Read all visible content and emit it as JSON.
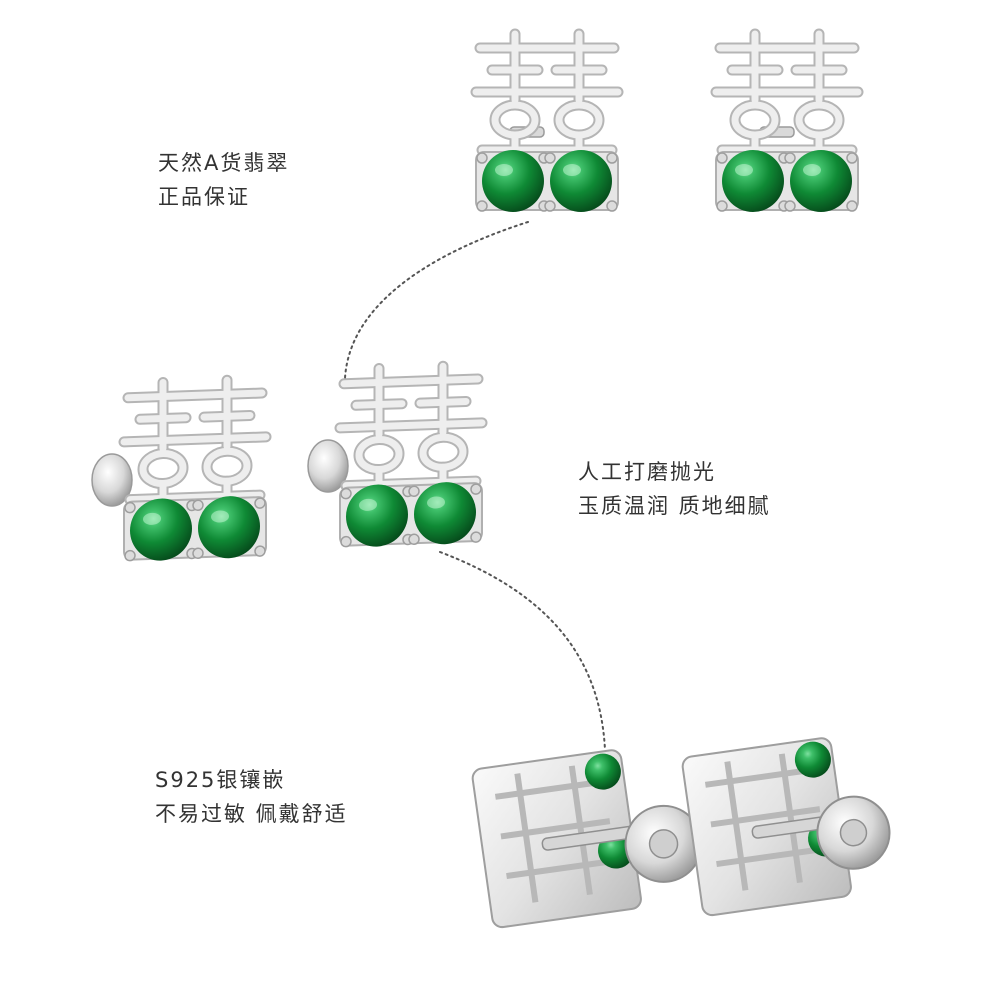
{
  "captions": {
    "jade": {
      "line1": "天然A货翡翠",
      "line2": "正品保证"
    },
    "polish": {
      "line1": "人工打磨抛光",
      "line2": "玉质温润  质地细腻"
    },
    "silver": {
      "line1": "S925银镶嵌",
      "line2": "不易过敏  佩戴舒适"
    }
  },
  "colors": {
    "silver_light": "#f2f2f2",
    "silver_mid": "#d4d4d4",
    "silver_dark": "#a8a8a8",
    "jade_dark": "#064d1c",
    "jade_mid": "#0f8a35",
    "jade_light": "#3fc06a",
    "caption_text": "#333333",
    "dotted_line": "#555555"
  },
  "icons": {
    "earring": "double-happiness-stud-earring",
    "gem": "green-jade-cabochon"
  }
}
